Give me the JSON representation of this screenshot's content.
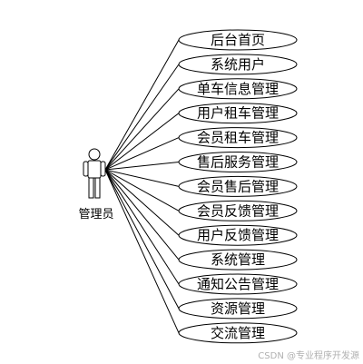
{
  "diagram": {
    "actor": {
      "label": "管理员",
      "icon": "stick-figure-icon"
    },
    "use_cases": [
      {
        "label": "后台首页"
      },
      {
        "label": "系统用户"
      },
      {
        "label": "单车信息管理"
      },
      {
        "label": "用户租车管理"
      },
      {
        "label": "会员租车管理"
      },
      {
        "label": "售后服务管理"
      },
      {
        "label": "会员售后管理"
      },
      {
        "label": "会员反馈管理"
      },
      {
        "label": "用户反馈管理"
      },
      {
        "label": "系统管理"
      },
      {
        "label": "通知公告管理"
      },
      {
        "label": "资源管理"
      },
      {
        "label": "交流管理"
      }
    ],
    "colors": {
      "line": "#000000",
      "ellipse_fill": "#ffffff",
      "ellipse_stroke": "#000000"
    }
  },
  "watermark": {
    "text": "CSDN @专业程序开发源"
  }
}
